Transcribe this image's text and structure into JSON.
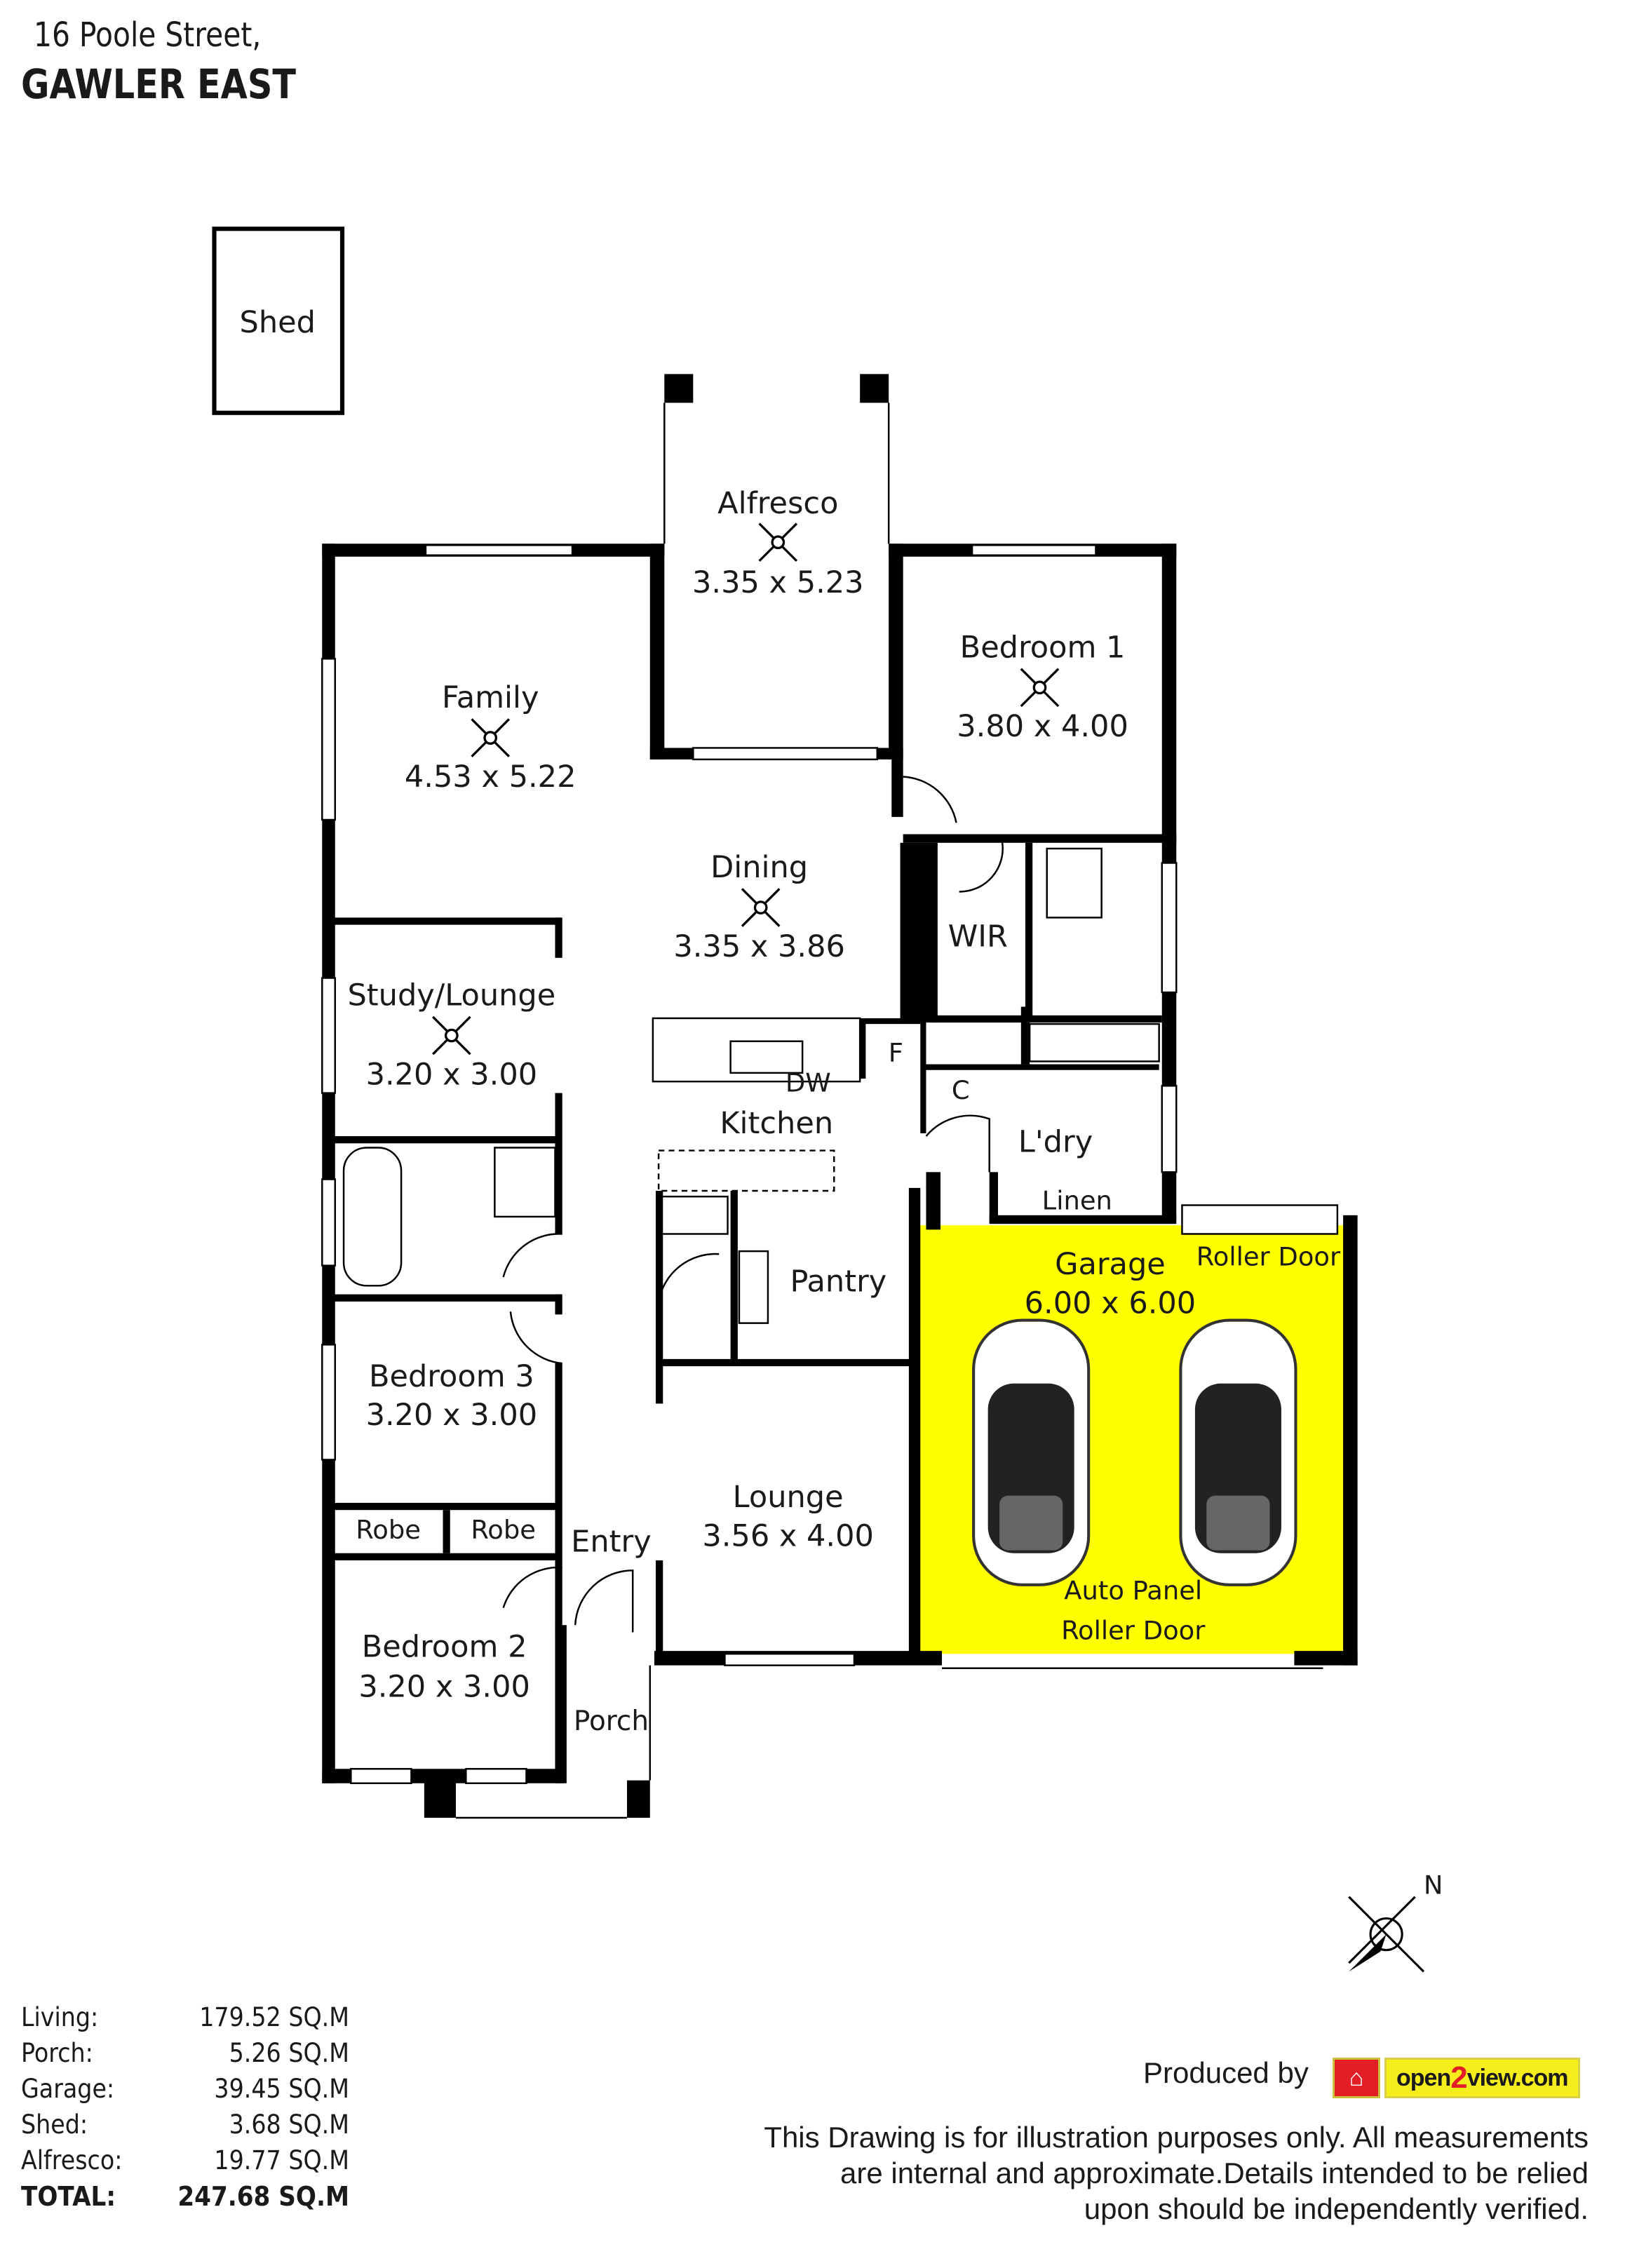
{
  "header": {
    "street": "16 Poole Street,",
    "suburb": "GAWLER EAST"
  },
  "rooms": {
    "shed": {
      "name": "Shed"
    },
    "alfresco": {
      "name": "Alfresco",
      "dims": "3.35 x 5.23"
    },
    "family": {
      "name": "Family",
      "dims": "4.53 x 5.22"
    },
    "bedroom1": {
      "name": "Bedroom 1",
      "dims": "3.80 x 4.00"
    },
    "dining": {
      "name": "Dining",
      "dims": "3.35 x 3.86"
    },
    "wir": {
      "name": "WIR"
    },
    "study": {
      "name": "Study/Lounge",
      "dims": "3.20 x 3.00"
    },
    "fridge": {
      "name": "F"
    },
    "dw": {
      "name": "DW"
    },
    "kitchen": {
      "name": "Kitchen"
    },
    "cupboard": {
      "name": "C"
    },
    "laundry": {
      "name": "L'dry"
    },
    "linen": {
      "name": "Linen"
    },
    "garage": {
      "name": "Garage",
      "dims": "6.00 x 6.00"
    },
    "roller_door": {
      "name": "Roller Door"
    },
    "pantry": {
      "name": "Pantry"
    },
    "bedroom3": {
      "name": "Bedroom 3",
      "dims": "3.20 x 3.00"
    },
    "lounge": {
      "name": "Lounge",
      "dims": "3.56 x 4.00"
    },
    "robe1": {
      "name": "Robe"
    },
    "robe2": {
      "name": "Robe"
    },
    "entry": {
      "name": "Entry"
    },
    "auto_door": {
      "line1": "Auto Panel",
      "line2": "Roller Door"
    },
    "bedroom2": {
      "name": "Bedroom 2",
      "dims": "3.20 x 3.00"
    },
    "porch": {
      "name": "Porch"
    }
  },
  "compass": {
    "north": "N"
  },
  "areas": [
    {
      "label": "Living:",
      "value": "179.52 SQ.M"
    },
    {
      "label": "Porch:",
      "value": "5.26 SQ.M"
    },
    {
      "label": "Garage:",
      "value": "39.45 SQ.M"
    },
    {
      "label": "Shed:",
      "value": "3.68 SQ.M"
    },
    {
      "label": "Alfresco:",
      "value": "19.77 SQ.M"
    }
  ],
  "total": {
    "label": "TOTAL:",
    "value": "247.68  SQ.M"
  },
  "footer": {
    "produced_by": "Produced by",
    "logo_text_a": "open",
    "logo_text_2": "2",
    "logo_text_b": "view.com",
    "disclaimer": [
      "This Drawing is for illustration purposes only. All measurements",
      "are internal and approximate.Details intended to be relied",
      "upon should be independently verified."
    ]
  },
  "colors": {
    "garage": "#ffff00",
    "walls": "#000000",
    "logo_red": "#e21e26",
    "logo_yellow": "#f6ee1c"
  }
}
